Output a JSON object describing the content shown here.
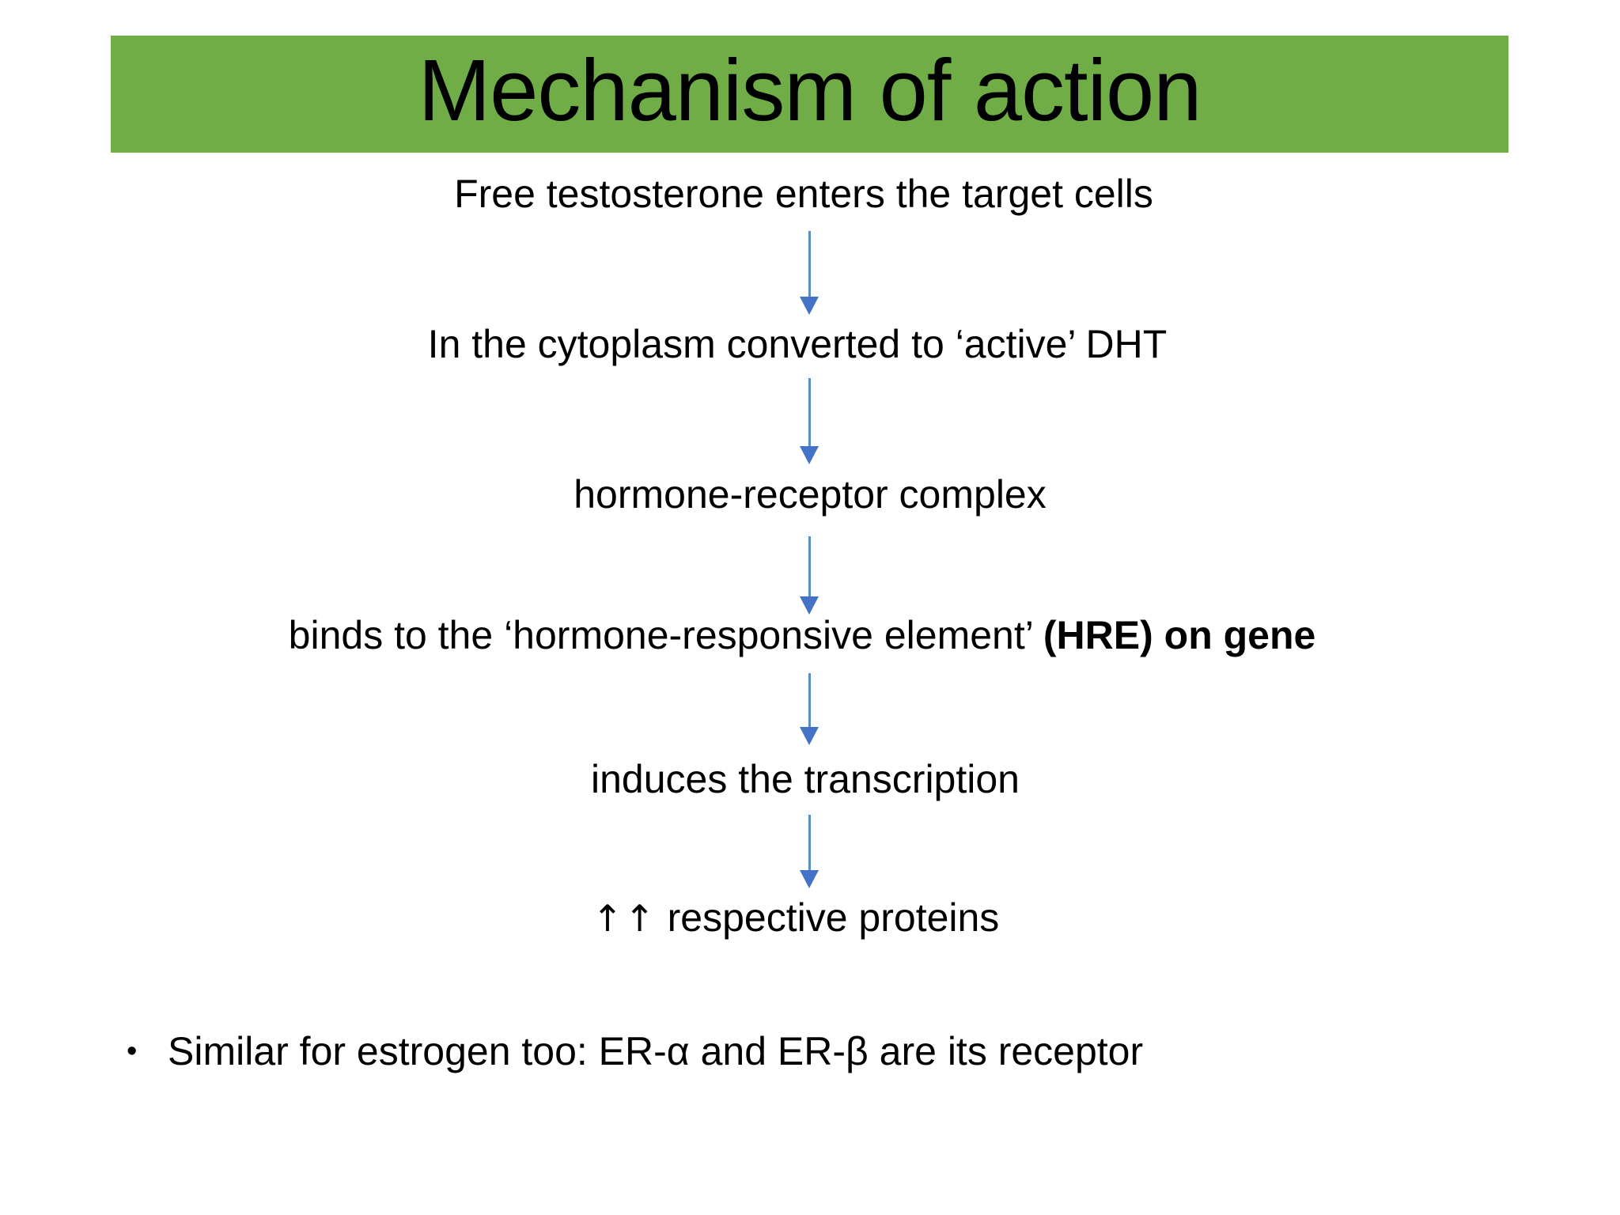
{
  "slide": {
    "background_color": "#FFFFFF",
    "title": {
      "text": "Mechanism of action",
      "band_color": "#70AD47",
      "text_color": "#000000"
    },
    "flow": {
      "arrow_color": "#4472C4",
      "steps": [
        {
          "id": "step-1",
          "text": "Free testosterone enters the target cells"
        },
        {
          "id": "step-2",
          "text": "In the cytoplasm converted to ‘active’ DHT"
        },
        {
          "id": "step-3",
          "text": "hormone-receptor complex"
        },
        {
          "id": "step-4",
          "text_normal": "binds to the ‘hormone-responsive element’ ",
          "text_bold": "(HRE) on gene"
        },
        {
          "id": "step-5",
          "text": "induces the transcription"
        },
        {
          "id": "step-6",
          "arrows": "↑↑",
          "text": " respective proteins"
        }
      ]
    },
    "bullet": {
      "marker": "•",
      "text": "Similar for estrogen too: ER-α and ER-β are its receptor"
    }
  }
}
